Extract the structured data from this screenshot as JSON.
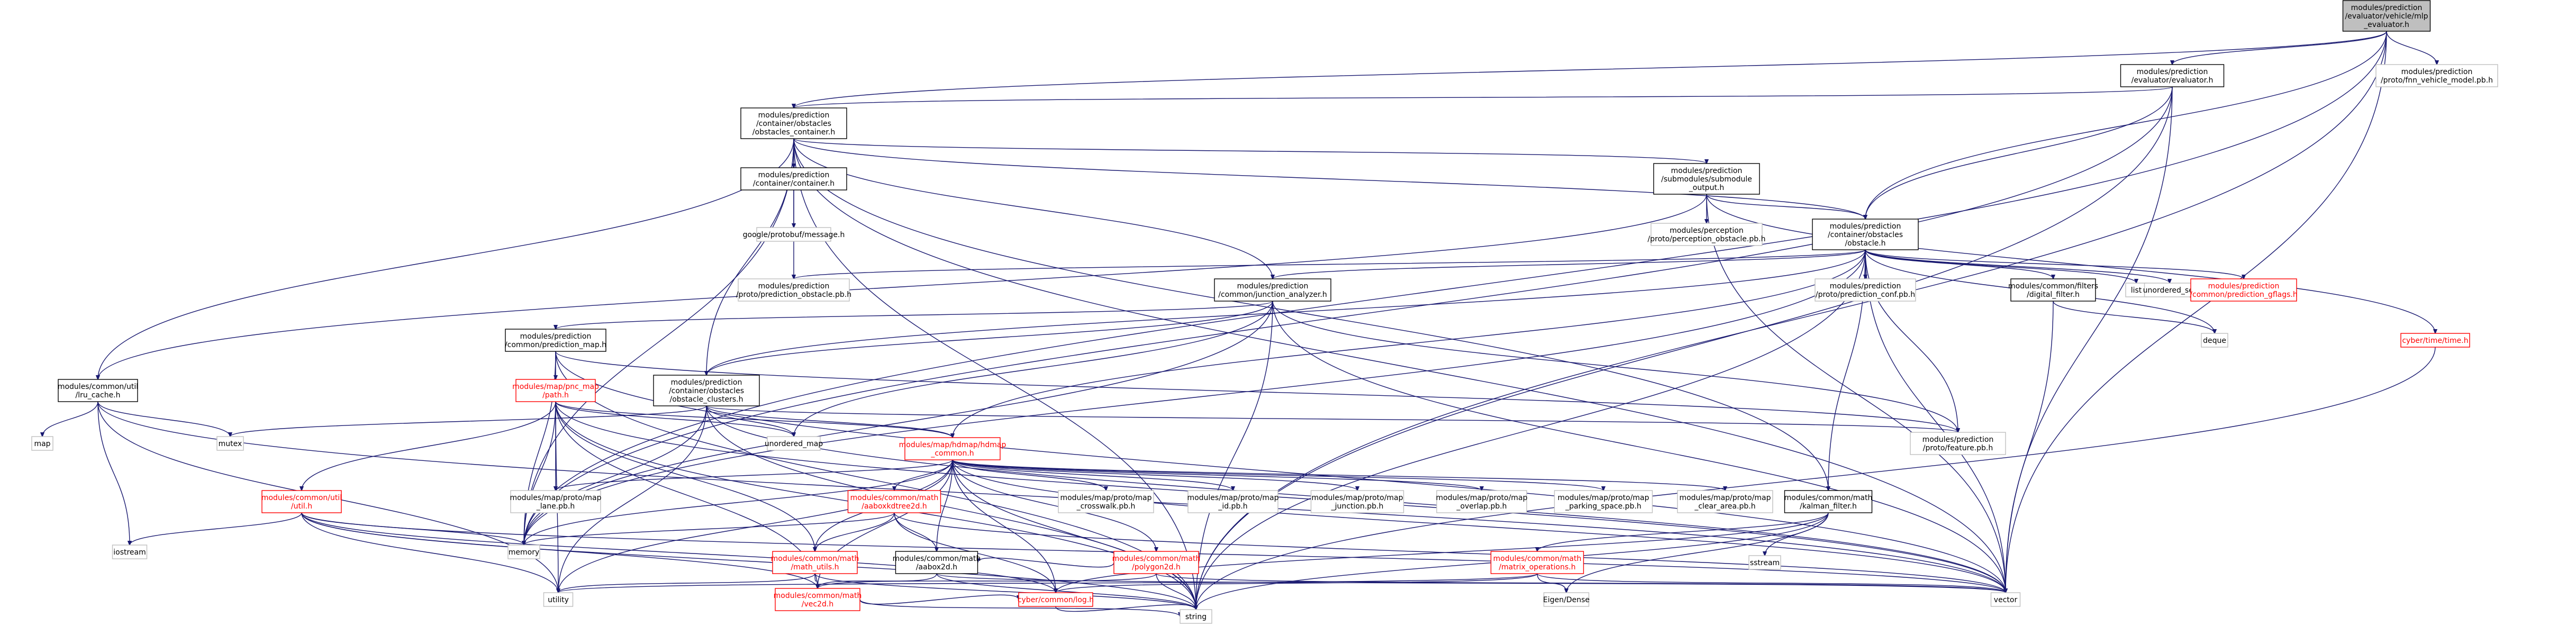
{
  "colors": {
    "edge": "#191970",
    "link_text": "#000000",
    "missing_text": "#ff0000",
    "root_fill": "#bfbfbf",
    "background": "#ffffff"
  },
  "nodes": {
    "root": [
      "modules/prediction",
      "/evaluator/vehicle/mlp",
      "_evaluator.h"
    ],
    "fnn_model": [
      "modules/prediction",
      "/proto/fnn_vehicle_model.pb.h"
    ],
    "evaluator": [
      "modules/prediction",
      "/evaluator/evaluator.h"
    ],
    "obstacles_container": [
      "modules/prediction",
      "/container/obstacles",
      "/obstacles_container.h"
    ],
    "container": [
      "modules/prediction",
      "/container/container.h"
    ],
    "protobuf_message": [
      "google/protobuf/message.h"
    ],
    "submodule_output": [
      "modules/prediction",
      "/submodules/submodule",
      "_output.h"
    ],
    "perception_obstacle": [
      "modules/perception",
      "/proto/perception_obstacle.pb.h"
    ],
    "obstacle": [
      "modules/prediction",
      "/container/obstacles",
      "/obstacle.h"
    ],
    "prediction_obstacle": [
      "modules/prediction",
      "/proto/prediction_obstacle.pb.h"
    ],
    "junction_analyzer": [
      "modules/prediction",
      "/common/junction_analyzer.h"
    ],
    "prediction_conf": [
      "modules/prediction",
      "/proto/prediction_conf.pb.h"
    ],
    "digital_filter": [
      "modules/common/filters",
      "/digital_filter.h"
    ],
    "list": [
      "list"
    ],
    "unordered_set": [
      "unordered_set"
    ],
    "prediction_gflags": [
      "modules/prediction",
      "/common/prediction_gflags.h"
    ],
    "deque": [
      "deque"
    ],
    "cyber_time": [
      "cyber/time/time.h"
    ],
    "prediction_map": [
      "modules/prediction",
      "/common/prediction_map.h"
    ],
    "lru_cache": [
      "modules/common/util",
      "/lru_cache.h"
    ],
    "pnc_map_path": [
      "modules/map/pnc_map",
      "/path.h"
    ],
    "obstacle_clusters": [
      "modules/prediction",
      "/container/obstacles",
      "/obstacle_clusters.h"
    ],
    "map": [
      "map"
    ],
    "mutex": [
      "mutex"
    ],
    "unordered_map": [
      "unordered_map"
    ],
    "feature_pb": [
      "modules/prediction",
      "/proto/feature.pb.h"
    ],
    "hdmap_common": [
      "modules/map/hdmap/hdmap",
      "_common.h"
    ],
    "util_h": [
      "modules/common/util",
      "/util.h"
    ],
    "iostream": [
      "iostream"
    ],
    "lane_pb": [
      "modules/map/proto/map",
      "_lane.pb.h"
    ],
    "memory": [
      "memory"
    ],
    "aaboxkdtree2d": [
      "modules/common/math",
      "/aaboxkdtree2d.h"
    ],
    "crosswalk_pb": [
      "modules/map/proto/map",
      "_crosswalk.pb.h"
    ],
    "id_pb": [
      "modules/map/proto/map",
      "_id.pb.h"
    ],
    "junction_pb": [
      "modules/map/proto/map",
      "_junction.pb.h"
    ],
    "overlap_pb": [
      "modules/map/proto/map",
      "_overlap.pb.h"
    ],
    "parking_space_pb": [
      "modules/map/proto/map",
      "_parking_space.pb.h"
    ],
    "clear_area_pb": [
      "modules/map/proto/map",
      "_clear_area.pb.h"
    ],
    "kalman_filter": [
      "modules/common/math",
      "/kalman_filter.h"
    ],
    "math_utils": [
      "modules/common/math",
      "/math_utils.h"
    ],
    "aabox2d": [
      "modules/common/math",
      "/aabox2d.h"
    ],
    "polygon2d": [
      "modules/common/math",
      "/polygon2d.h"
    ],
    "matrix_operations": [
      "modules/common/math",
      "/matrix_operations.h"
    ],
    "sstream": [
      "sstream"
    ],
    "utility": [
      "utility"
    ],
    "vec2d": [
      "modules/common/math",
      "/vec2d.h"
    ],
    "cyber_log": [
      "cyber/common/log.h"
    ],
    "eigen_dense": [
      "Eigen/Dense"
    ],
    "vector": [
      "vector"
    ],
    "string": [
      "string"
    ]
  }
}
